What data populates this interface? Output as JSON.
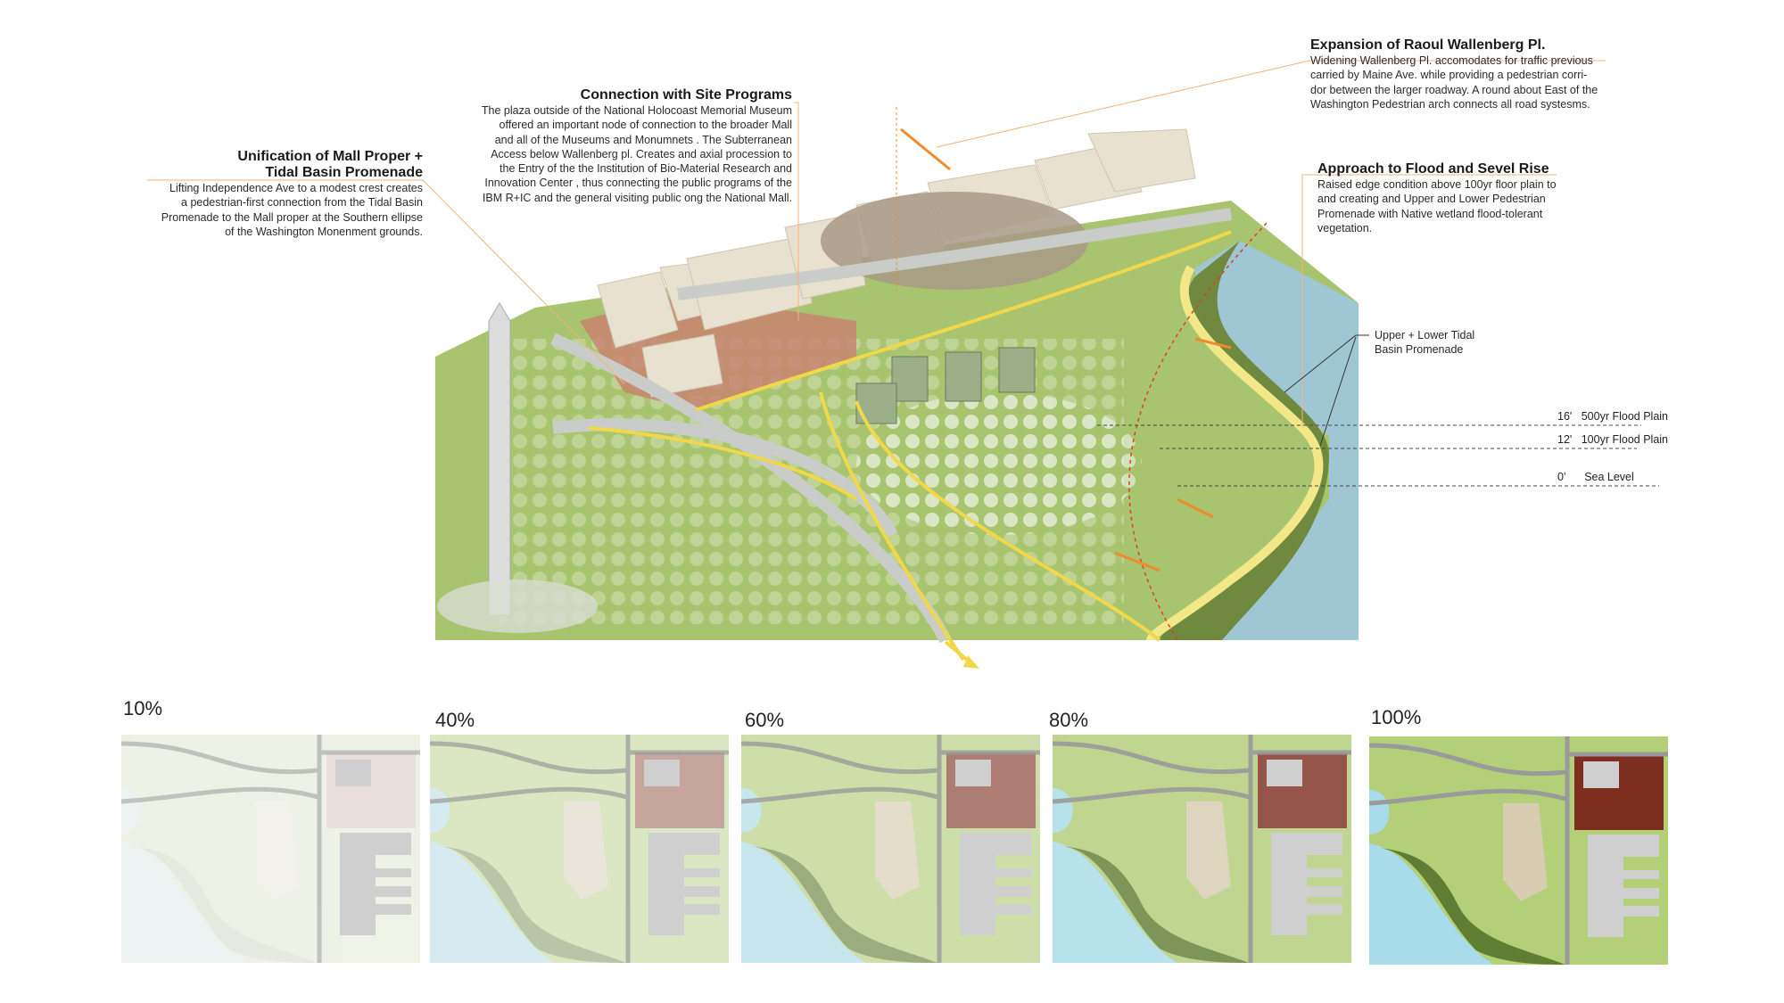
{
  "annotations": {
    "expansion": {
      "title": "Expansion of Raoul Wallenberg Pl.",
      "lines": [
        "Widening Wallenberg Pl. accomodates for traffic previous",
        "carried by Maine Ave. while providing a pedestrian corri-",
        "dor between the larger roadway. A round about East of the",
        "Washington Pedestrian arch connects all road systesms."
      ]
    },
    "flood": {
      "title": "Approach to Flood and Sevel Rise",
      "lines": [
        "Raised edge condition above 100yr floor plain to",
        "and creating and Upper and Lower Pedestrian",
        "Promenade with Native wetland flood-tolerant",
        "vegetation."
      ]
    },
    "connection": {
      "title": "Connection with Site Programs",
      "lines": [
        "The  plaza  outside of the National Holocoast Memorial Museum",
        "offered an important node of connection  to the broader Mall",
        "and all of the Museums and Monumnets . The Subterranean",
        "Access below Wallenberg pl. Creates and axial procession to",
        "the Entry of the the Institution of Bio-Material Research and",
        "Innovation  Center  , thus connecting the public programs of the",
        "IBM R+IC  and the general visiting public ong the National Mall."
      ]
    },
    "unification": {
      "title_lines": [
        "Unification of Mall Proper +",
        "Tidal Basin Promenade"
      ],
      "lines": [
        "Lifting Independence Ave to a modest crest creates",
        "a pedestrian-first connection from the Tidal Basin",
        "Promenade to the Mall proper at the Southern ellipse",
        "of the Washington Monenment grounds."
      ]
    },
    "promenade_label": [
      "Upper + Lower Tidal",
      "Basin Promenade"
    ]
  },
  "flood_levels": [
    {
      "elev": "16'",
      "label": "500yr Flood Plain"
    },
    {
      "elev": "12'",
      "label": "100yr Flood Plain"
    },
    {
      "elev": "0'",
      "label": "Sea Level"
    }
  ],
  "phases": [
    {
      "label": "10%",
      "fill": 0.1
    },
    {
      "label": "40%",
      "fill": 0.4
    },
    {
      "label": "60%",
      "fill": 0.6
    },
    {
      "label": "80%",
      "fill": 0.8
    },
    {
      "label": "100%",
      "fill": 1.0
    }
  ],
  "colors": {
    "accent": "#f08a2c",
    "leader": "#f4b27a",
    "grass": "#a9c46e",
    "water": "#9fc7d3",
    "building": "#e8e1d0",
    "path": "#f1d84a"
  }
}
